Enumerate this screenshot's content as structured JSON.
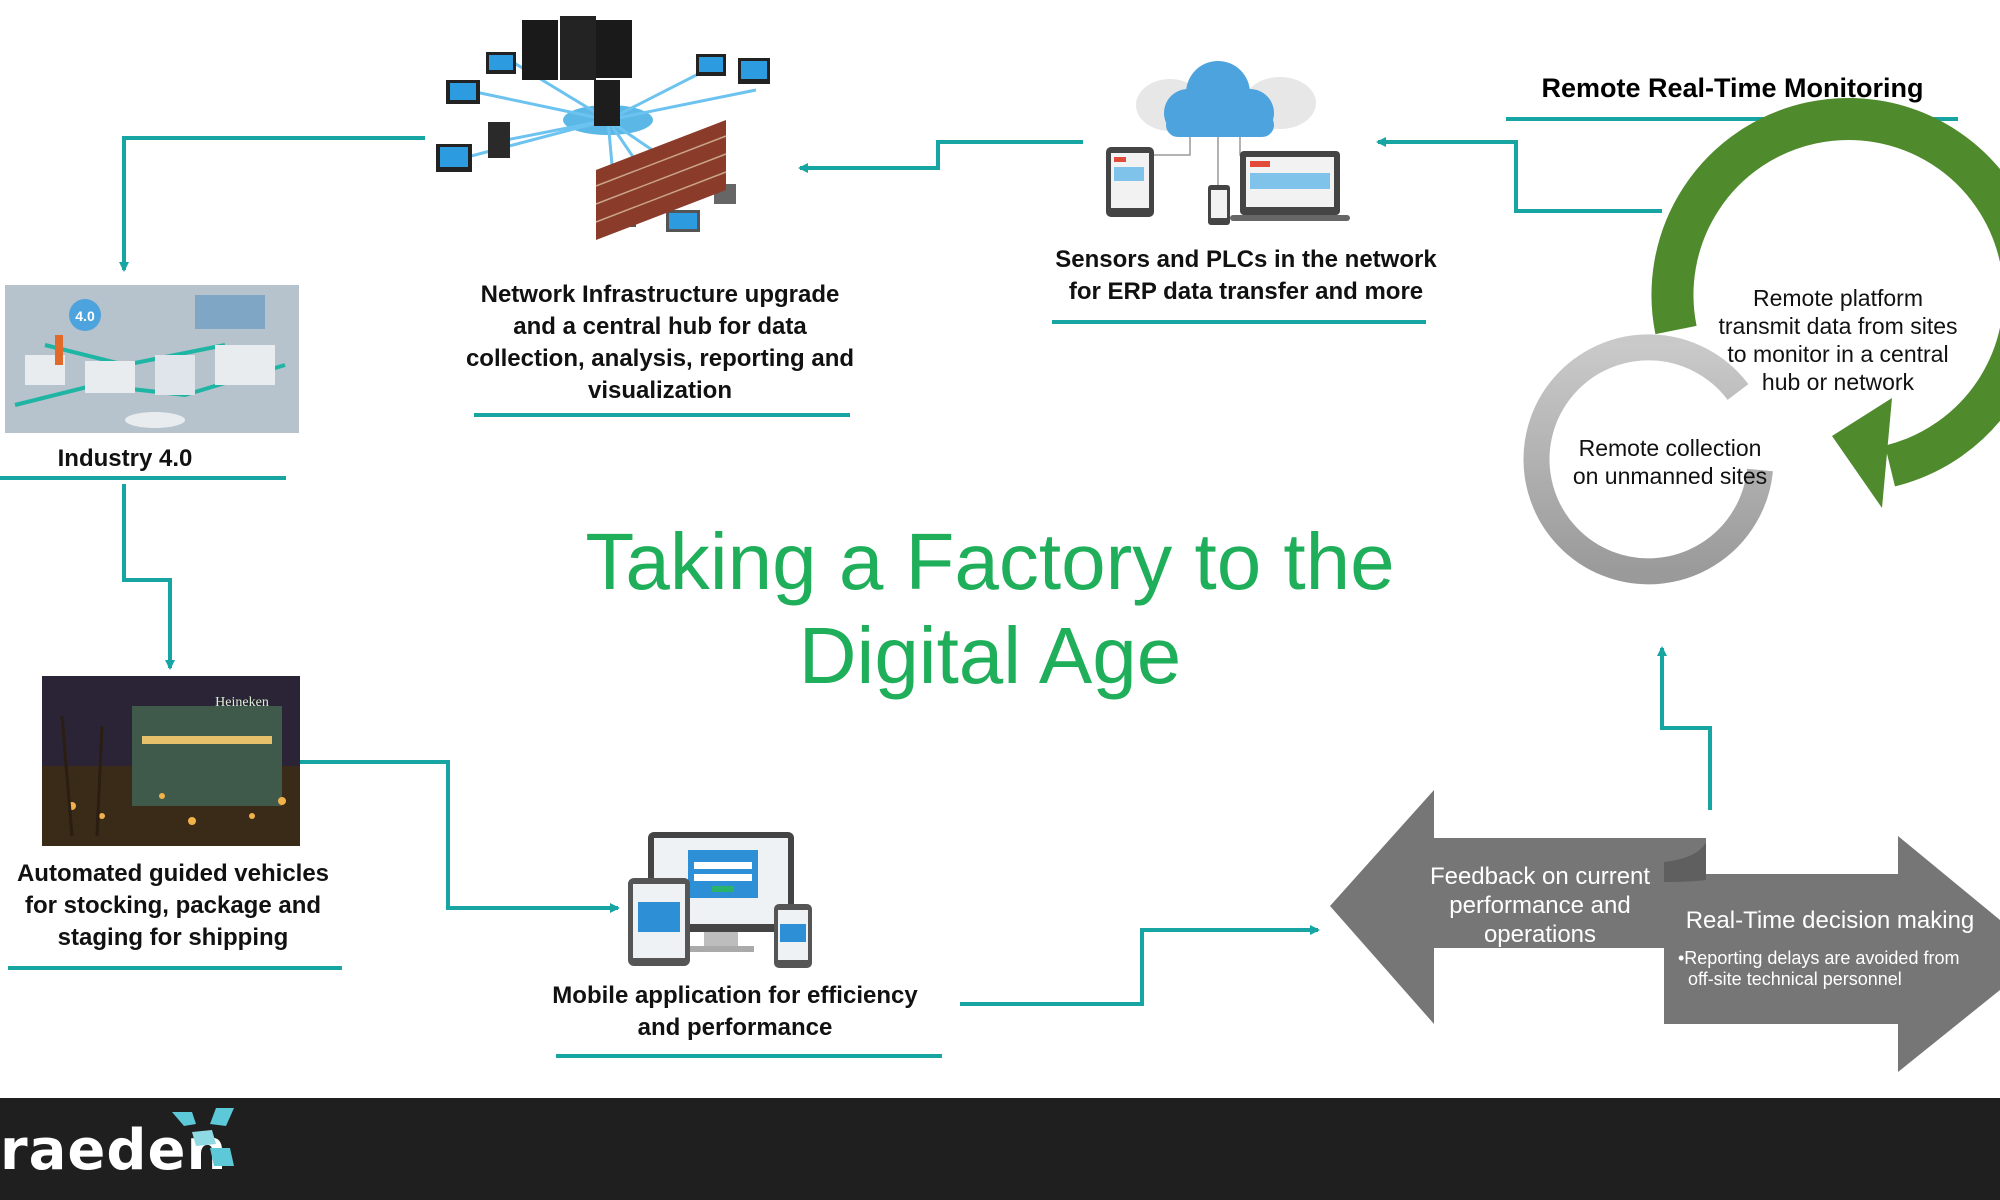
{
  "header": {
    "monitoring_title": "Remote Real-Time Monitoring"
  },
  "main": {
    "title_line1": "Taking a Factory to the",
    "title_line2": "Digital Age"
  },
  "nodes": {
    "network": {
      "l1": "Network Infrastructure upgrade",
      "l2": "and a central hub for data",
      "l3": "collection, analysis, reporting and",
      "l4": "visualization"
    },
    "sensors": {
      "l1": "Sensors and PLCs in the network",
      "l2": "for ERP data transfer and more"
    },
    "industry": {
      "l1": "Industry 4.0",
      "badge": "4.0"
    },
    "agv": {
      "l1": "Automated guided vehicles",
      "l2": "for stocking, package and",
      "l3": "staging for shipping",
      "sign": "Heineken"
    },
    "mobile": {
      "l1": "Mobile application for efficiency",
      "l2": "and performance"
    }
  },
  "cycle": {
    "green_l1": "Remote platform",
    "green_l2": "transmit data from sites",
    "green_l3": "to monitor in a central",
    "green_l4": "hub or network",
    "gray_l1": "Remote collection",
    "gray_l2": "on unmanned sites"
  },
  "arrows": {
    "feedback_l1": "Feedback on current",
    "feedback_l2": "performance and",
    "feedback_l3": "operations",
    "decision_title": "Real-Time decision making",
    "decision_note_l1": "•Reporting delays are avoided from",
    "decision_note_l2": "off-site technical personnel"
  },
  "footer": {
    "logo_text": "raeden"
  },
  "colors": {
    "connector": "#16a5a3",
    "title_green": "#1fae5a",
    "cycle_green": "#4f8a2c",
    "cycle_gray": "#a8a8a8",
    "arrow_gray": "#767676",
    "footer_bg": "#1f1f1f"
  }
}
